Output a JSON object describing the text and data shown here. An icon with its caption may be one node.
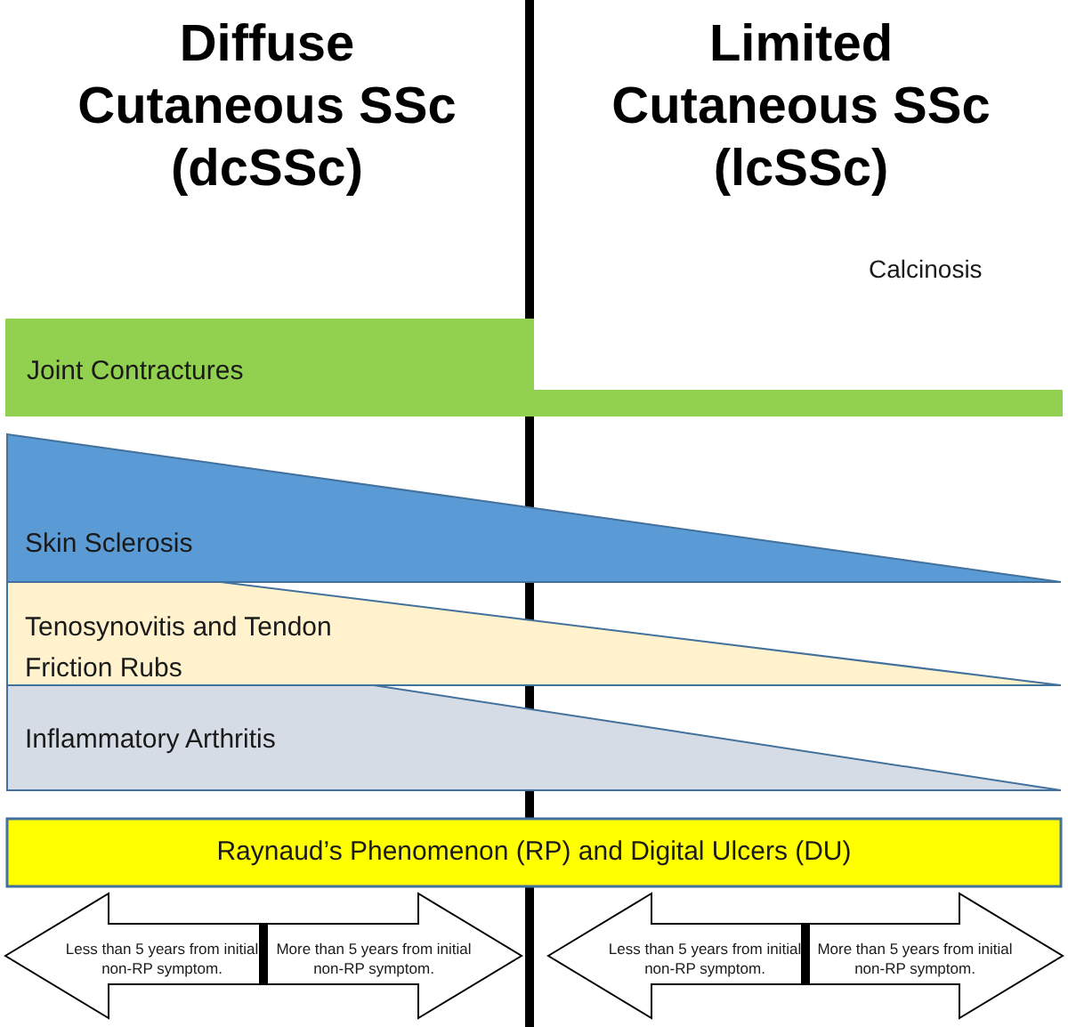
{
  "diagram": {
    "nodes": [
      {
        "text": [
          "Joint Contractures"
        ]
      },
      {
        "text": [
          "Skin Sclerosis"
        ]
      },
      {
        "text": [
          "Tenosynovitis and Tendon Friction Rubs"
        ]
      },
      {
        "text": [
          "Inflammatory Arthritis"
        ]
      },
      {
        "text": [
          "Raynaud’s Phenomenon (RP) and Digital Ulcers (DU)"
        ]
      },
      {
        "text": [
          "Less than 5 years from initial non-RP symptom.",
          "More than 5 years from initial non-RP symptom."
        ]
      },
      {
        "text": [
          "Less than 5 years from initial non-RP symptom.",
          "More than 5 years from initial non-RP symptom."
        ]
      }
    ],
    "labels": [
      "Diffuse Cutaneous SSc (dcSSc)",
      "Limited Cutaneous SSc (lcSSc)",
      "Calcinosis"
    ]
  }
}
